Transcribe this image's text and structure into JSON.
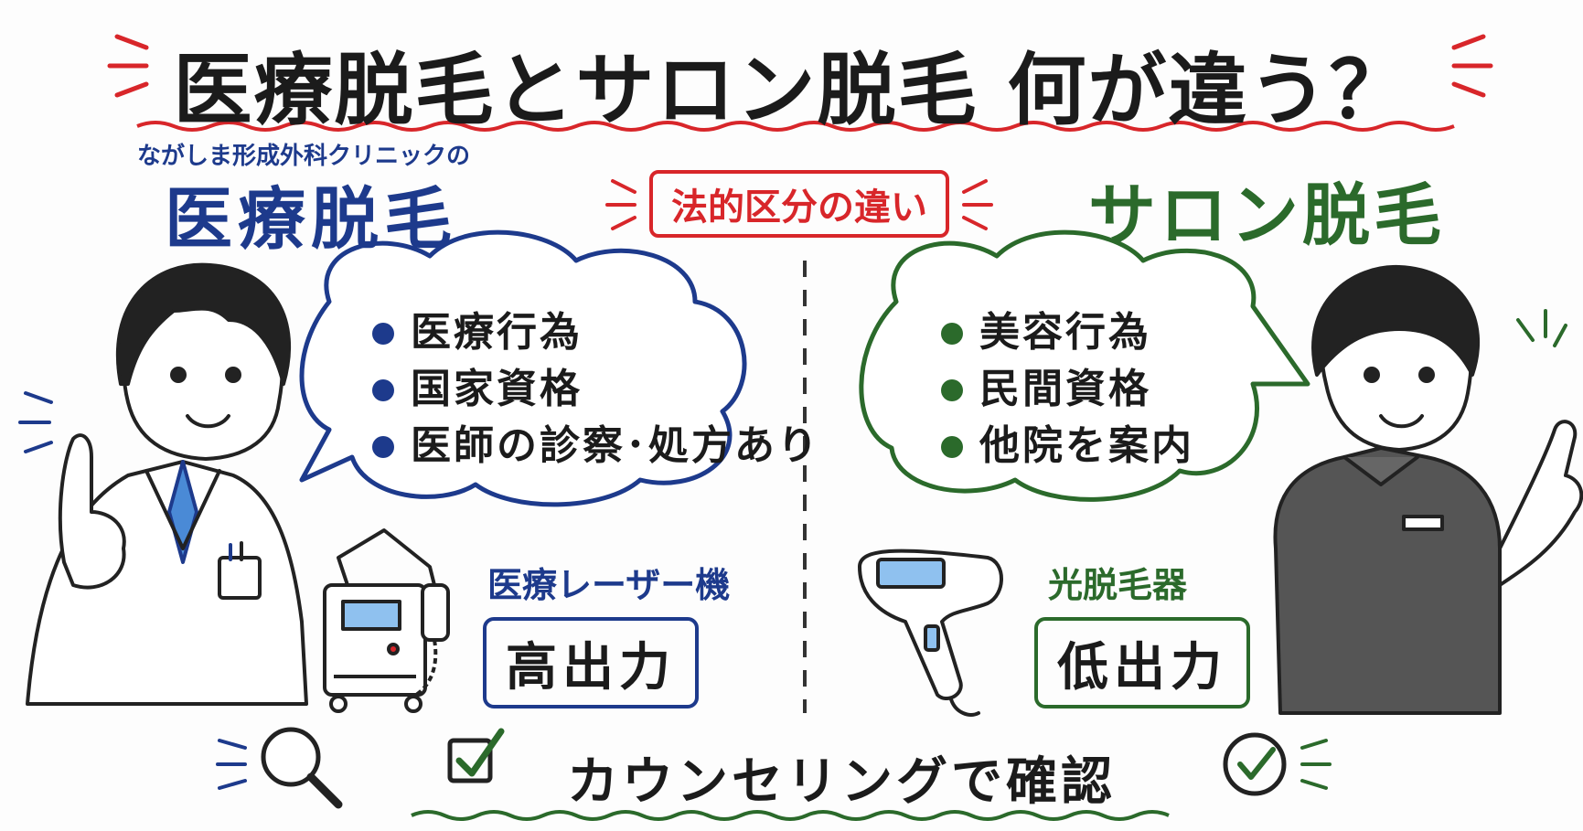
{
  "title": "医療脱毛とサロン脱毛 何が違う？",
  "medical": {
    "clinic_name": "ながしま形成外科クリニックの",
    "heading": "医療脱毛",
    "bullets": [
      "医療行為",
      "国家資格",
      "医師の診察･処方あり"
    ],
    "device_label": "医療レーザー機",
    "power_label": "高出力",
    "color": "#1d3a8c"
  },
  "center": {
    "legal_label": "法的区分の違い",
    "color": "#d8262a"
  },
  "salon": {
    "heading": "サロン脱毛",
    "bullets": [
      "美容行為",
      "民間資格",
      "他院を案内"
    ],
    "device_label": "光脱毛器",
    "power_label": "低出力",
    "color": "#2b6a2b"
  },
  "footer": {
    "counsel_label": "カウンセリングで確認"
  },
  "icons": [
    "doctor-illustration",
    "laser-machine-icon",
    "magnifier-icon",
    "checkbox-icon",
    "handheld-device-icon",
    "staff-illustration",
    "check-circle-icon"
  ]
}
